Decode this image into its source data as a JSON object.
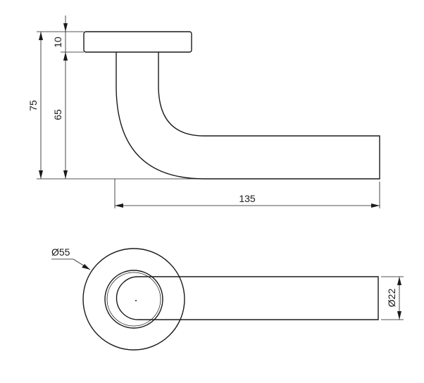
{
  "drawing": {
    "side_view": {
      "rose_thickness_label": "10",
      "total_height_label": "75",
      "lever_height_label": "65",
      "projection_label": "135"
    },
    "top_view": {
      "rose_diameter_label": "Ø55",
      "lever_diameter_label": "Ø22"
    }
  }
}
